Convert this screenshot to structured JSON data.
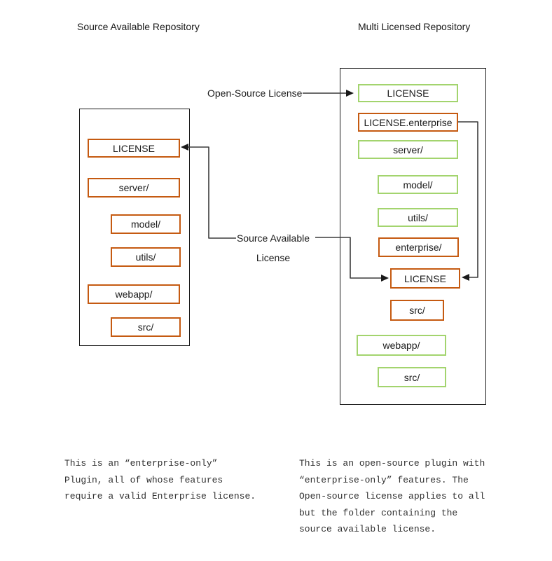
{
  "titles": {
    "left": "Source Available Repository",
    "right": "Multi Licensed Repository"
  },
  "connector_labels": {
    "open_source": "Open-Source License",
    "source_available_line1": "Source Available",
    "source_available_line2": "License"
  },
  "legend_colors": {
    "source_available_license": "#C55A11",
    "open_source_license": "#A3D46E",
    "connector_line": "#3b3b3b",
    "container_border": "#1a1a1a"
  },
  "left_repo": {
    "title": "Source Available Repository",
    "boxes": [
      {
        "label": "LICENSE",
        "license": "source-available"
      },
      {
        "label": "server/",
        "license": "source-available"
      },
      {
        "label": "model/",
        "license": "source-available"
      },
      {
        "label": "utils/",
        "license": "source-available"
      },
      {
        "label": "webapp/",
        "license": "source-available"
      },
      {
        "label": "src/",
        "license": "source-available"
      }
    ]
  },
  "right_repo": {
    "title": "Multi Licensed Repository",
    "boxes": [
      {
        "label": "LICENSE",
        "license": "open-source"
      },
      {
        "label": "LICENSE.enterprise",
        "license": "source-available"
      },
      {
        "label": "server/",
        "license": "open-source"
      },
      {
        "label": "model/",
        "license": "open-source"
      },
      {
        "label": "utils/",
        "license": "open-source"
      },
      {
        "label": "enterprise/",
        "license": "source-available"
      },
      {
        "label": "LICENSE",
        "license": "source-available"
      },
      {
        "label": "src/",
        "license": "source-available"
      },
      {
        "label": "webapp/",
        "license": "open-source"
      },
      {
        "label": "src/",
        "license": "open-source"
      }
    ]
  },
  "notes": {
    "left": [
      "This is an “enterprise-only”",
      "Plugin, all of whose features",
      "require a valid Enterprise license."
    ],
    "right": [
      "This is an open-source plugin with",
      "“enterprise-only” features. The",
      "Open-source license applies to all",
      "but the folder containing the",
      "source available license."
    ]
  }
}
